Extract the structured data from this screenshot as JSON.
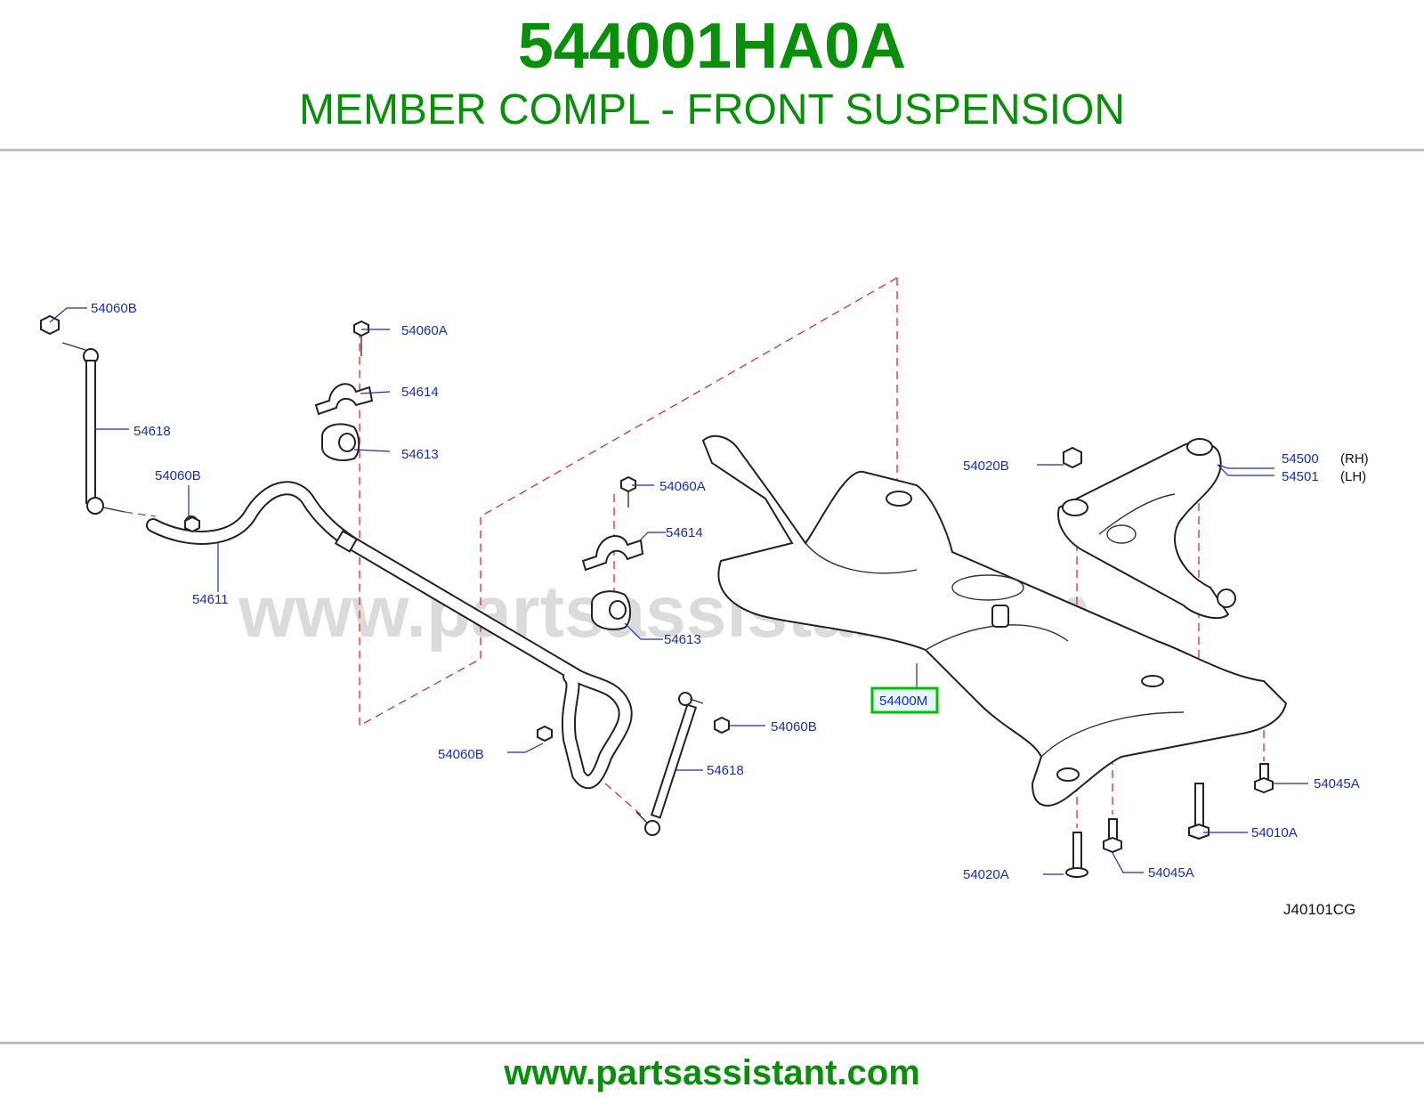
{
  "header": {
    "part_number": "544001HA0A",
    "description": "MEMBER COMPL - FRONT SUSPENSION"
  },
  "diagram": {
    "watermark": "www.partsassistant.com",
    "figure_code": "J40101CG",
    "labels": {
      "l_54060B_top": "54060B",
      "l_54060A_top": "54060A",
      "l_54614_top": "54614",
      "l_54613_top": "54613",
      "l_54618_left": "54618",
      "l_54060B_mid": "54060B",
      "l_54611": "54611",
      "l_54060A_mid": "54060A",
      "l_54614_mid": "54614",
      "l_54613_mid": "54613",
      "l_54400M": "54400M",
      "l_54060B_right": "54060B",
      "l_54060B_low": "54060B",
      "l_54618_right": "54618",
      "l_54020B": "54020B",
      "l_54500": "54500",
      "l_54501": "54501",
      "l_rh": "(RH)",
      "l_lh": "(LH)",
      "l_54045A_right": "54045A",
      "l_54010A": "54010A",
      "l_54045A_low": "54045A",
      "l_54020A": "54020A"
    },
    "highlight_color": "#00c000",
    "label_color": "#1a2fa8"
  },
  "footer": {
    "url": "www.partsassistant.com"
  }
}
